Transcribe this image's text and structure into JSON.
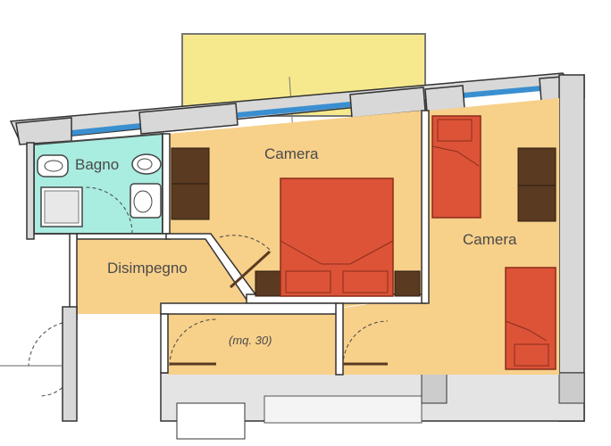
{
  "rooms": {
    "bagno": "Bagno",
    "camera_left": "Camera",
    "camera_right": "Camera",
    "disimpegno": "Disimpegno"
  },
  "area_note": "(mq. 30)",
  "colors": {
    "floor": "#f7d08a",
    "bathroom": "#a9ece0",
    "balcony": "#f6e98d",
    "wall": "#d8d8d8",
    "wall_stroke": "#333333",
    "bed": "#dc5338",
    "furniture": "#5b3a22",
    "window": "#3a8fd0"
  }
}
